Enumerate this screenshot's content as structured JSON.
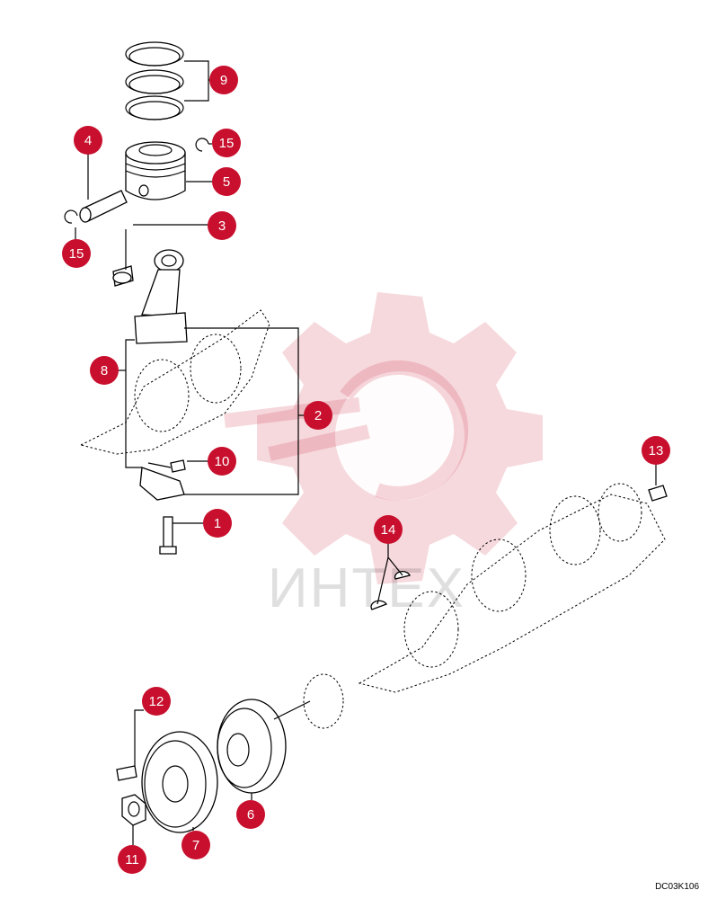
{
  "accent_color": "#c8102e",
  "watermark_text": "ИНТЕХ",
  "drawing_code": "DC03K106",
  "callouts": [
    {
      "id": "c1",
      "label": "1"
    },
    {
      "id": "c2",
      "label": "2"
    },
    {
      "id": "c3",
      "label": "3"
    },
    {
      "id": "c4",
      "label": "4"
    },
    {
      "id": "c5",
      "label": "5"
    },
    {
      "id": "c6",
      "label": "6"
    },
    {
      "id": "c7",
      "label": "7"
    },
    {
      "id": "c8",
      "label": "8"
    },
    {
      "id": "c9",
      "label": "9"
    },
    {
      "id": "c10",
      "label": "10"
    },
    {
      "id": "c11",
      "label": "11"
    },
    {
      "id": "c12",
      "label": "12"
    },
    {
      "id": "c13",
      "label": "13"
    },
    {
      "id": "c14",
      "label": "14"
    },
    {
      "id": "c15a",
      "label": "15"
    },
    {
      "id": "c15b",
      "label": "15"
    }
  ]
}
